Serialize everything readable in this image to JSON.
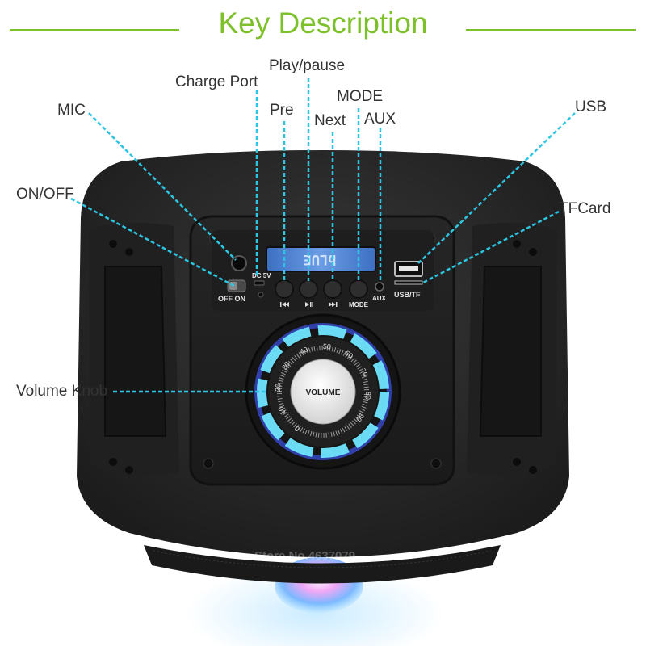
{
  "header": {
    "title": "Key Description"
  },
  "labels": {
    "play_pause": "Play/pause",
    "charge_port": "Charge Port",
    "mode": "MODE",
    "mic": "MIC",
    "pre": "Pre",
    "next": "Next",
    "aux": "AUX",
    "usb": "USB",
    "on_off": "ON/OFF",
    "tfcard": "TFCard",
    "volume_knob": "Volume Knob"
  },
  "device": {
    "display_text": "bLUE",
    "dc_label": "DC 5V",
    "switch_label": "OFF ON",
    "usb_tf_label": "USB/TF",
    "mode_label": "MODE",
    "aux_label": "AUX",
    "knob_label": "VOLUME",
    "dial_ticks": [
      "0",
      "10",
      "20",
      "30",
      "40",
      "50",
      "60",
      "70",
      "80",
      "90"
    ]
  },
  "watermark": "Store No.4637079",
  "colors": {
    "accent_green": "#7dc12a",
    "leader_cyan": "#2cc5e2",
    "led_cyan": "#6fe6ff",
    "display_blue": "#4f86d8",
    "body_dark": "#2b2b2b"
  }
}
